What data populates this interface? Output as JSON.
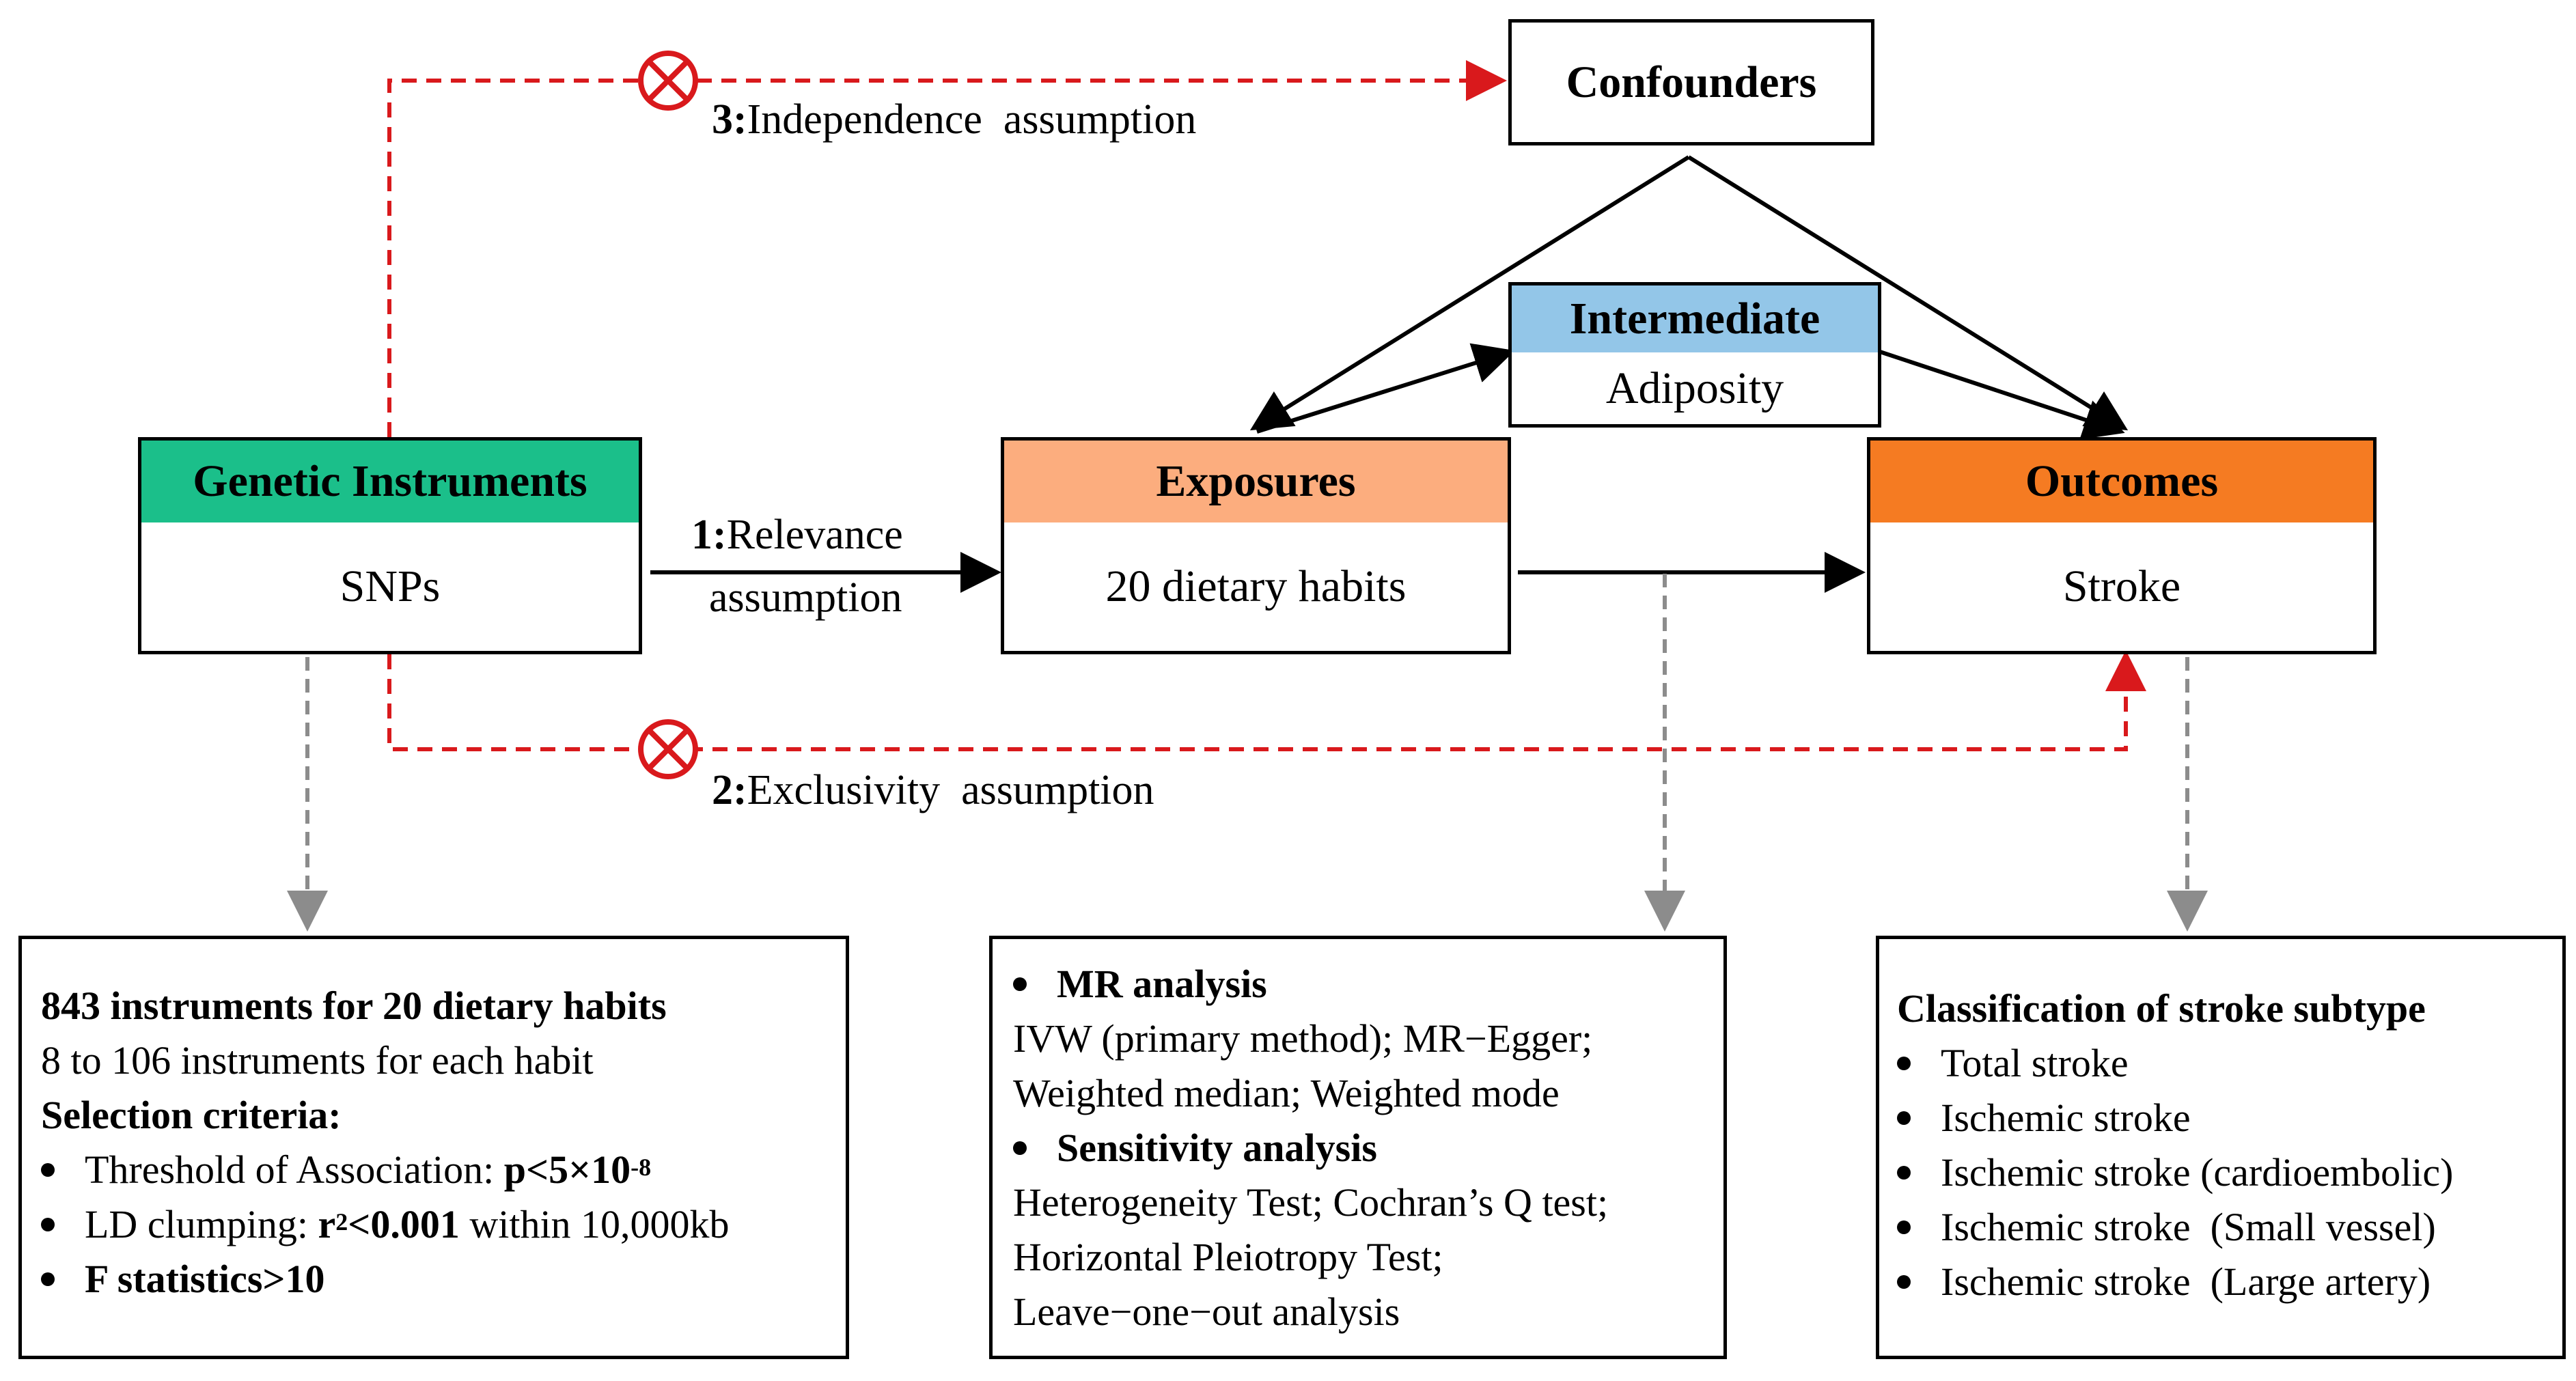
{
  "colors": {
    "genetic_header": "#1BBF8A",
    "exposures_header": "#FCAD7E",
    "intermediate_header": "#93C6E8",
    "outcomes_header": "#F57B22",
    "dashed_red": "#D9191C",
    "dashed_grey": "#8C8C8C",
    "stroke": "#000000"
  },
  "nodes": {
    "confounders": {
      "title": "Confounders"
    },
    "intermediate": {
      "title": "Intermediate",
      "body": "Adiposity"
    },
    "genetic": {
      "title": "Genetic Instruments",
      "body": "SNPs"
    },
    "exposures": {
      "title": "Exposures",
      "body": "20 dietary habits"
    },
    "outcomes": {
      "title": "Outcomes",
      "body": "Stroke"
    }
  },
  "assumptions": {
    "a1": {
      "num": "1:",
      "text1": "Relevance",
      "text2": "assumption"
    },
    "a2": {
      "num": "2:",
      "text": "Exclusivity  assumption"
    },
    "a3": {
      "num": "3:",
      "text": "Independence  assumption"
    }
  },
  "panels": {
    "instruments": {
      "line1": "843 instruments for 20 dietary habits",
      "line2": "8 to 106 instruments for each habit",
      "line3": "Selection criteria:",
      "b1_prefix": "Threshold of Association: ",
      "b1_value": "p<5×10",
      "b1_exp": "-8",
      "b2_prefix": "LD clumping: ",
      "b2_value": "r",
      "b2_exp": "2",
      "b2_value2": "<0.001",
      "b2_suffix": " within 10,000kb",
      "b3": "F statistics>10"
    },
    "analysis": {
      "h1": "MR analysis",
      "l1": "IVW (primary method); MR−Egger;",
      "l2": "Weighted median; Weighted mode",
      "h2": "Sensitivity analysis",
      "l3": "Heterogeneity Test; Cochran’s Q test;",
      "l4": "Horizontal Pleiotropy Test;",
      "l5": "Leave−one−out analysis"
    },
    "subtypes": {
      "title": "Classification of stroke subtype",
      "items": [
        "Total stroke",
        "Ischemic stroke",
        "Ischemic stroke (cardioembolic)",
        "Ischemic stroke  (Small vessel)",
        "Ischemic stroke  (Large artery)"
      ]
    }
  }
}
